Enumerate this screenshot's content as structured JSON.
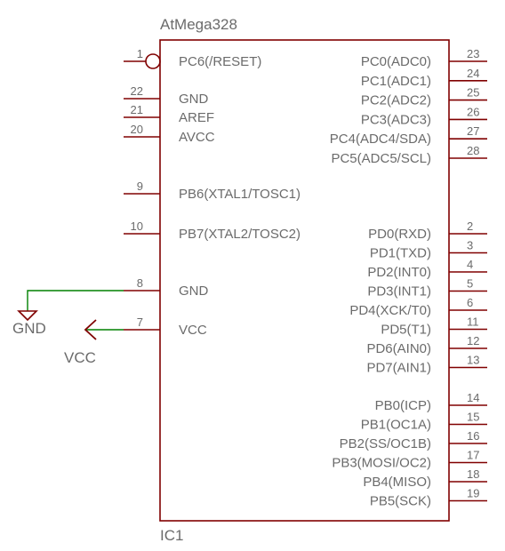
{
  "chip": {
    "name": "AtMega328",
    "designator": "IC1"
  },
  "colors": {
    "body": "#800000",
    "wire": "#008000",
    "text": "#6b6b6b"
  },
  "pins_left": [
    {
      "num": "1",
      "name": "PC6(/RESET)",
      "inverted": true
    },
    {
      "num": "22",
      "name": "GND"
    },
    {
      "num": "21",
      "name": "AREF"
    },
    {
      "num": "20",
      "name": "AVCC"
    },
    {
      "num": "9",
      "name": "PB6(XTAL1/TOSC1)"
    },
    {
      "num": "10",
      "name": "PB7(XTAL2/TOSC2)"
    },
    {
      "num": "8",
      "name": "GND"
    },
    {
      "num": "7",
      "name": "VCC"
    }
  ],
  "pins_right": [
    {
      "num": "23",
      "name": "PC0(ADC0)"
    },
    {
      "num": "24",
      "name": "PC1(ADC1)"
    },
    {
      "num": "25",
      "name": "PC2(ADC2)"
    },
    {
      "num": "26",
      "name": "PC3(ADC3)"
    },
    {
      "num": "27",
      "name": "PC4(ADC4/SDA)"
    },
    {
      "num": "28",
      "name": "PC5(ADC5/SCL)"
    },
    {
      "num": "2",
      "name": "PD0(RXD)"
    },
    {
      "num": "3",
      "name": "PD1(TXD)"
    },
    {
      "num": "4",
      "name": "PD2(INT0)"
    },
    {
      "num": "5",
      "name": "PD3(INT1)"
    },
    {
      "num": "6",
      "name": "PD4(XCK/T0)"
    },
    {
      "num": "11",
      "name": "PD5(T1)"
    },
    {
      "num": "12",
      "name": "PD6(AIN0)"
    },
    {
      "num": "13",
      "name": "PD7(AIN1)"
    },
    {
      "num": "14",
      "name": "PB0(ICP)"
    },
    {
      "num": "15",
      "name": "PB1(OC1A)"
    },
    {
      "num": "16",
      "name": "PB2(SS/OC1B)"
    },
    {
      "num": "17",
      "name": "PB3(MOSI/OC2)"
    },
    {
      "num": "18",
      "name": "PB4(MISO)"
    },
    {
      "num": "19",
      "name": "PB5(SCK)"
    }
  ],
  "nets": {
    "gnd_label": "GND",
    "vcc_label": "VCC"
  }
}
